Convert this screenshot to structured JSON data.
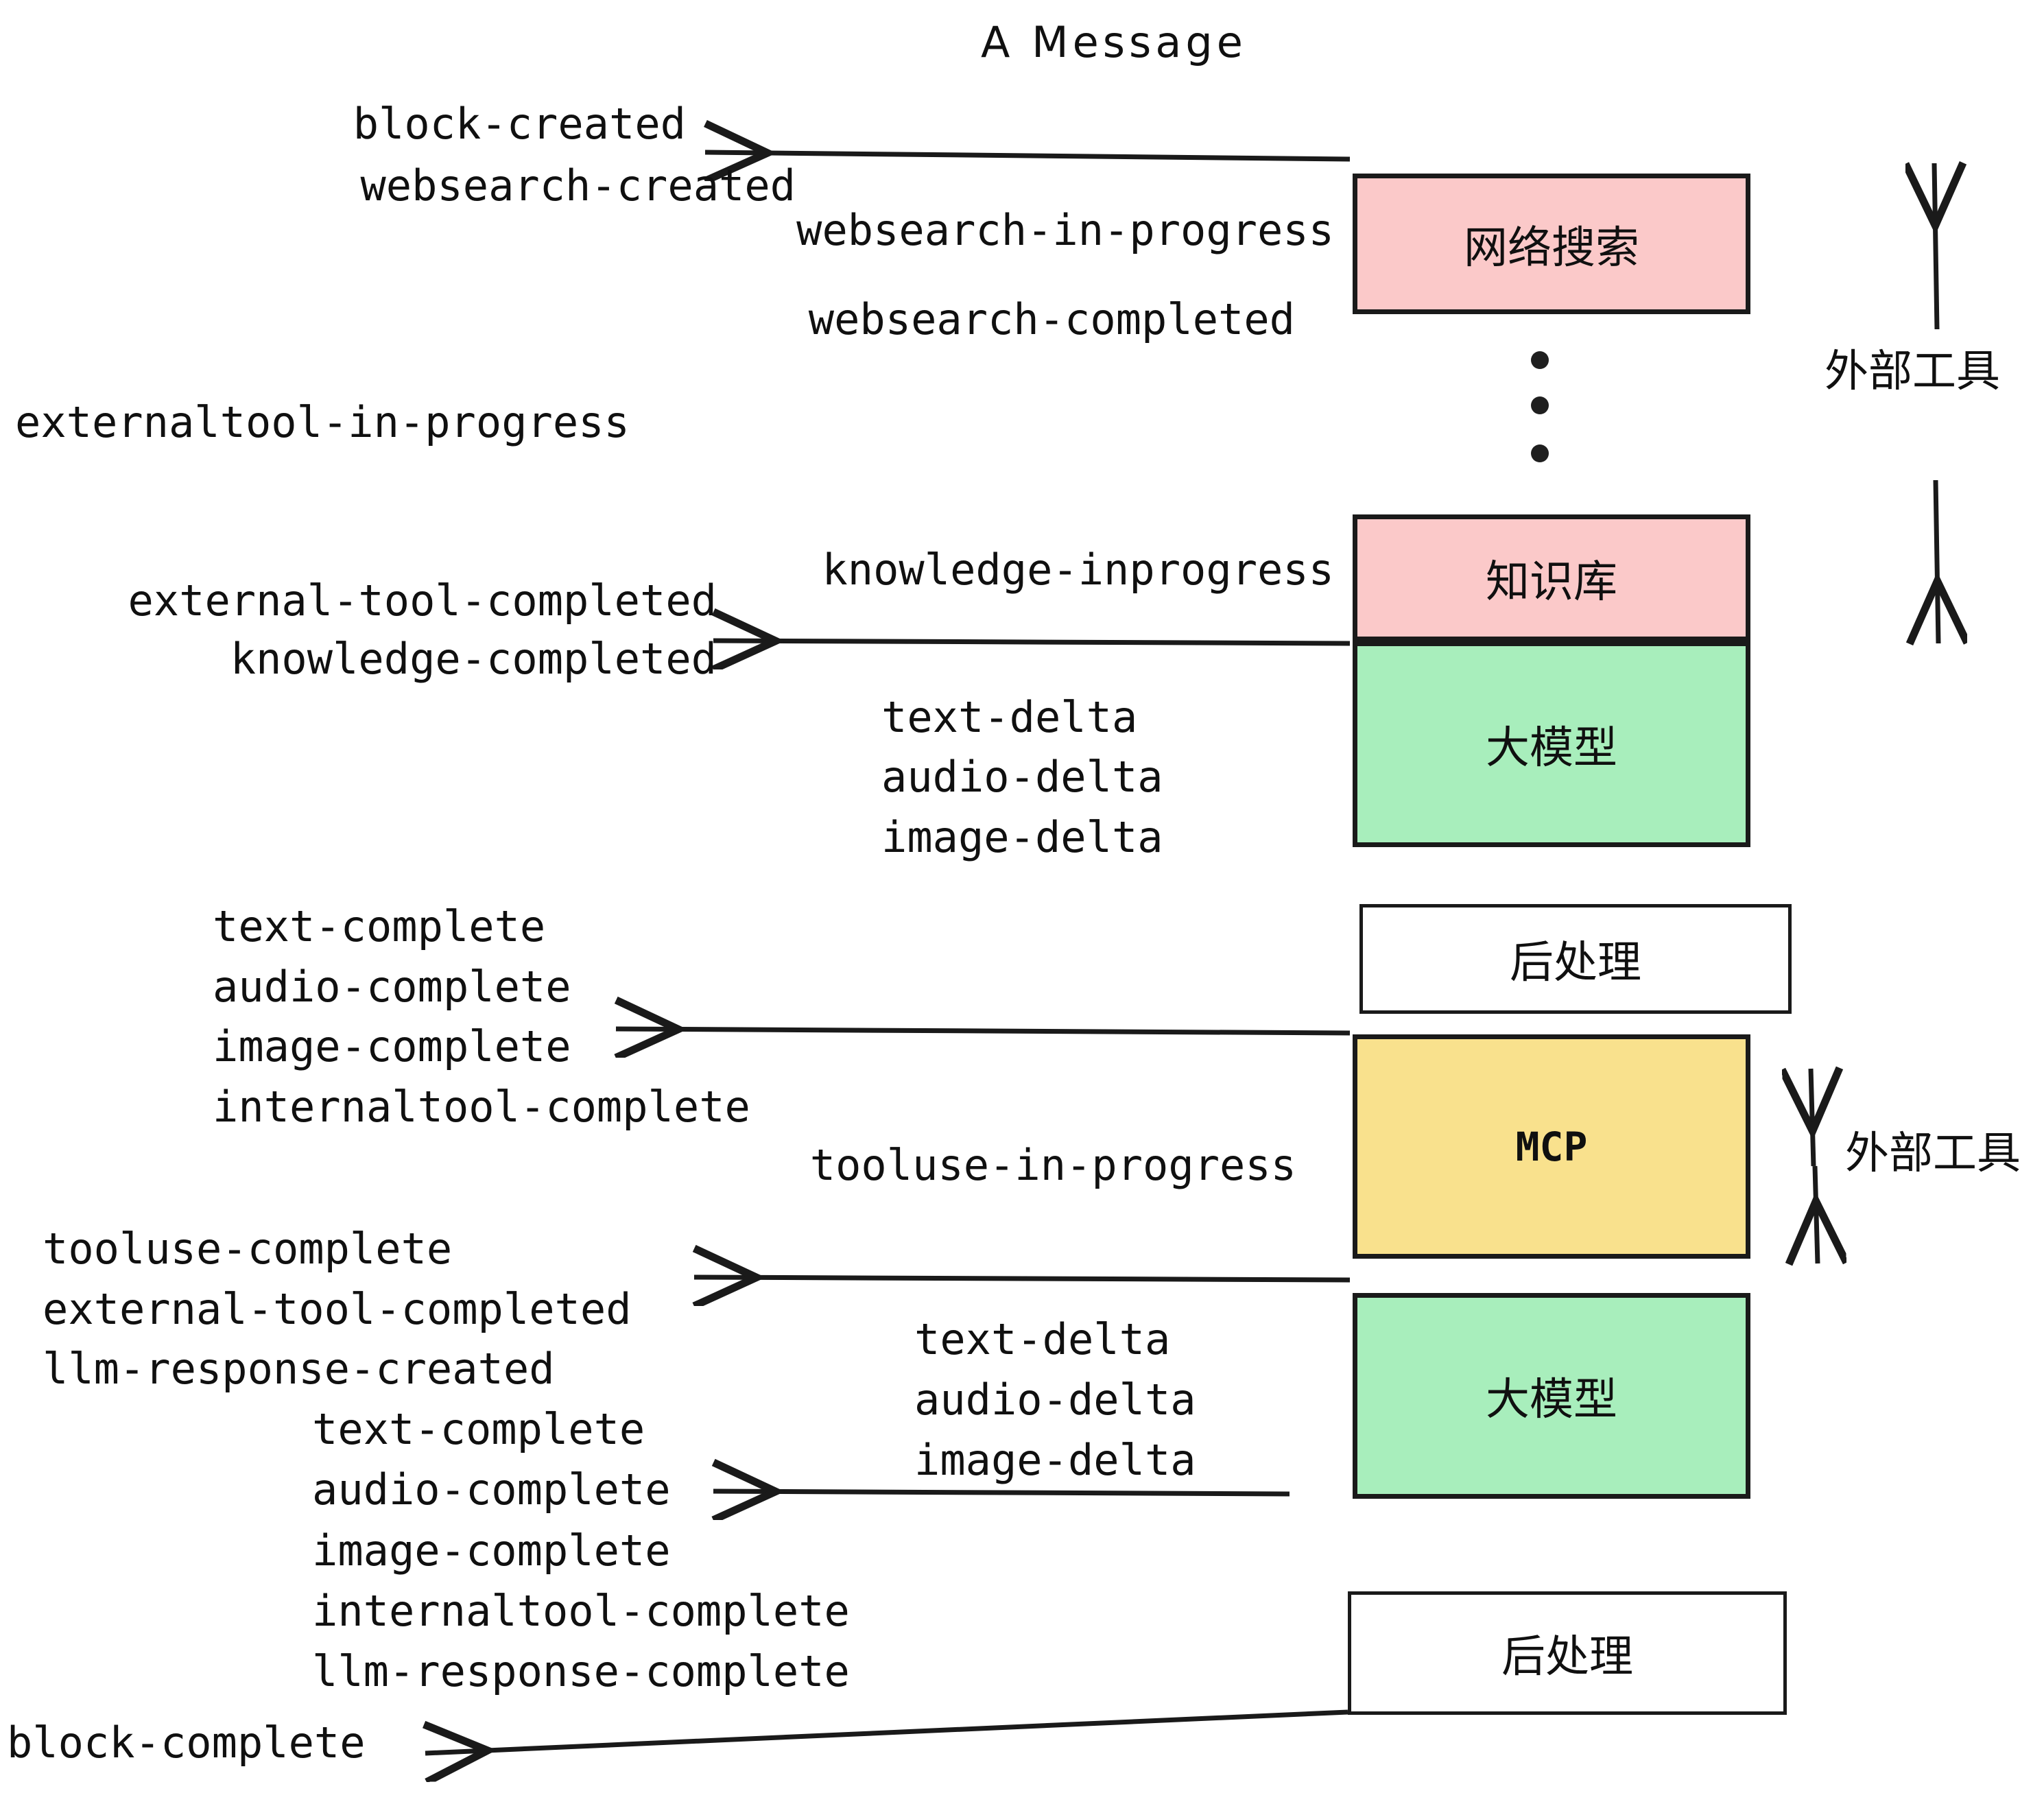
{
  "title": "A Message",
  "colors": {
    "pink": "#fbc9c9",
    "green": "#a8eebc",
    "yellow": "#f9e18d",
    "white": "#ffffff",
    "stroke": "#1a1a1a",
    "text": "#101010"
  },
  "boxes": [
    {
      "id": "websearch",
      "label": "网络搜索",
      "fill": "#fbc9c9",
      "mono": false
    },
    {
      "id": "knowledgebase",
      "label": "知识库",
      "fill": "#fbc9c9",
      "mono": false
    },
    {
      "id": "llm-top",
      "label": "大模型",
      "fill": "#a8eebc",
      "mono": false
    },
    {
      "id": "postprocess-top",
      "label": "后处理",
      "fill": "#ffffff",
      "mono": false
    },
    {
      "id": "mcp",
      "label": "MCP",
      "fill": "#f9e18d",
      "mono": true
    },
    {
      "id": "llm-bottom",
      "label": "大模型",
      "fill": "#a8eebc",
      "mono": false
    },
    {
      "id": "postprocess-bottom",
      "label": "后处理",
      "fill": "#ffffff",
      "mono": false
    }
  ],
  "side_labels": [
    {
      "id": "external-tools-top",
      "label": "外部工具"
    },
    {
      "id": "external-tools-bottom",
      "label": "外部工具"
    }
  ],
  "events": [
    {
      "id": "block-created",
      "text": "block-created"
    },
    {
      "id": "websearch-created",
      "text": "websearch-created"
    },
    {
      "id": "websearch-in-progress",
      "text": "websearch-in-progress"
    },
    {
      "id": "websearch-completed",
      "text": "websearch-completed"
    },
    {
      "id": "externaltool-in-progress",
      "text": "externaltool-in-progress"
    },
    {
      "id": "knowledge-inprogress",
      "text": "knowledge-inprogress"
    },
    {
      "id": "external-tool-completed-1",
      "text": "external-tool-completed"
    },
    {
      "id": "knowledge-completed",
      "text": "knowledge-completed"
    },
    {
      "id": "text-delta-1",
      "text": "text-delta"
    },
    {
      "id": "audio-delta-1",
      "text": "audio-delta"
    },
    {
      "id": "image-delta-1",
      "text": "image-delta"
    },
    {
      "id": "text-complete-1",
      "text": "text-complete"
    },
    {
      "id": "audio-complete-1",
      "text": "audio-complete"
    },
    {
      "id": "image-complete-1",
      "text": "image-complete"
    },
    {
      "id": "internaltool-complete-1",
      "text": "internaltool-complete"
    },
    {
      "id": "tooluse-in-progress",
      "text": "tooluse-in-progress"
    },
    {
      "id": "tooluse-complete",
      "text": "tooluse-complete"
    },
    {
      "id": "external-tool-completed-2",
      "text": "external-tool-completed"
    },
    {
      "id": "llm-response-created",
      "text": "llm-response-created"
    },
    {
      "id": "text-delta-2",
      "text": "text-delta"
    },
    {
      "id": "audio-delta-2",
      "text": "audio-delta"
    },
    {
      "id": "image-delta-2",
      "text": "image-delta"
    },
    {
      "id": "text-complete-2",
      "text": "text-complete"
    },
    {
      "id": "audio-complete-2",
      "text": "audio-complete"
    },
    {
      "id": "image-complete-2",
      "text": "image-complete"
    },
    {
      "id": "internaltool-complete-2",
      "text": "internaltool-complete"
    },
    {
      "id": "llm-response-complete",
      "text": "llm-response-complete"
    },
    {
      "id": "block-complete",
      "text": "block-complete"
    }
  ]
}
